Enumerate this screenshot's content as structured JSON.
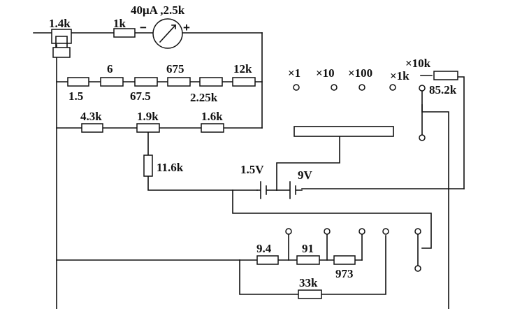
{
  "meter": {
    "spec": "40μA ,2.5k",
    "minus": "−",
    "plus": "+"
  },
  "resistors": {
    "r_adjust": "1.4k",
    "r_series": "1k",
    "r_6": "6",
    "r_675": "675",
    "r_12k": "12k",
    "r_1p5": "1.5",
    "r_67p5": "67.5",
    "r_2p25k": "2.25k",
    "r_4p3k": "4.3k",
    "r_1p9k": "1.9k",
    "r_1p6k": "1.6k",
    "r_11p6k": "11.6k",
    "r_85p2k": "85.2k",
    "r_9p4": "9.4",
    "r_91": "91",
    "r_973": "973",
    "r_33k": "33k"
  },
  "ranges": {
    "x1": "×1",
    "x10": "×10",
    "x100": "×100",
    "x1k": "×1k",
    "x10k": "×10k"
  },
  "batteries": {
    "b1": "1.5V",
    "b2": "9V"
  },
  "colors": {
    "ink": "#111111",
    "paper": "#ffffff"
  }
}
